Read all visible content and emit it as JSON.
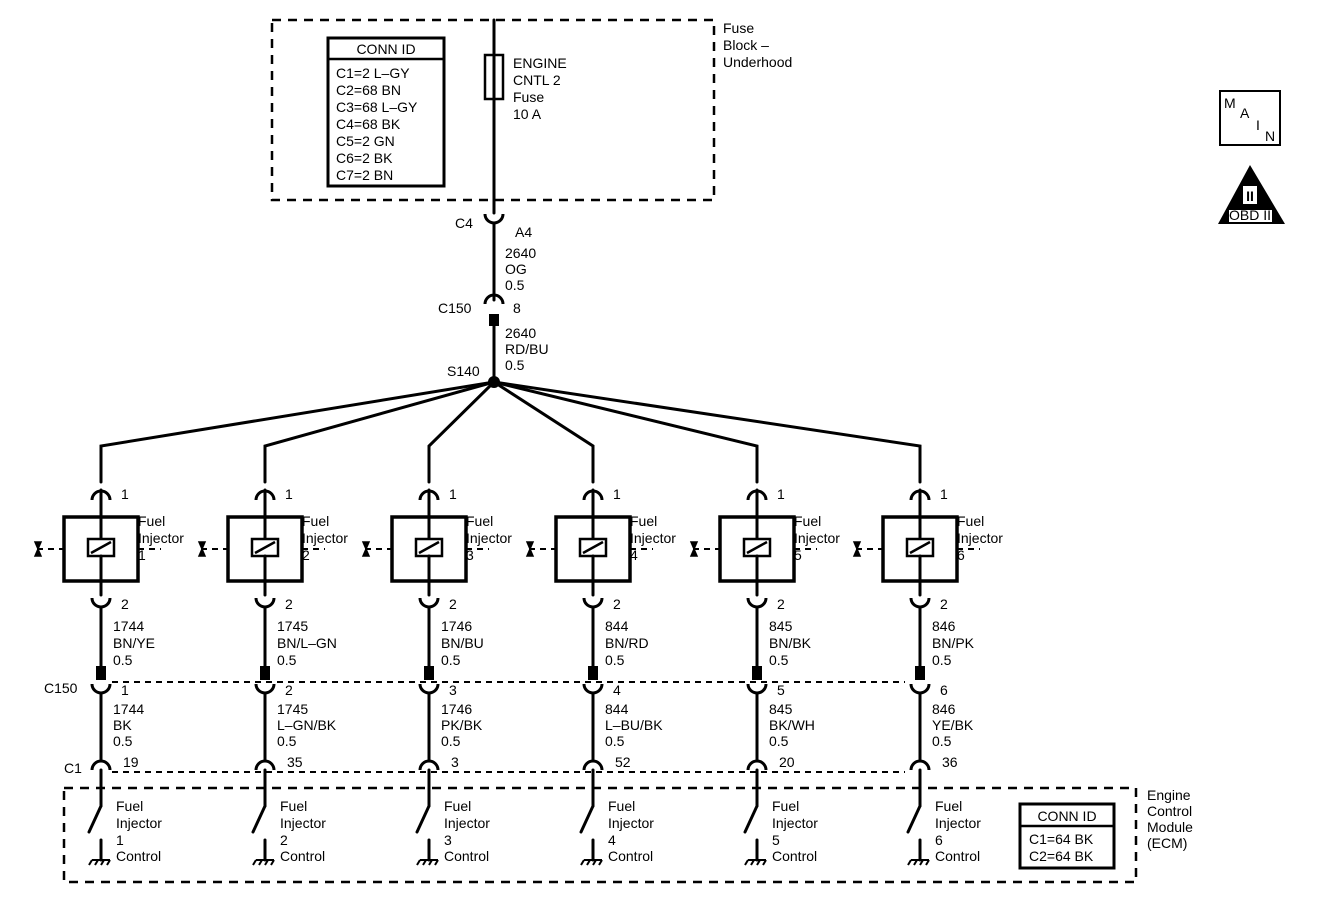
{
  "fuse_block": {
    "label_lines": [
      "Fuse",
      "Block –",
      "Underhood"
    ],
    "conn_id": {
      "title": "CONN ID",
      "rows": [
        "C1=2 L–GY",
        "C2=68 BN",
        "C3=68 L–GY",
        "C4=68 BK",
        "C5=2 GN",
        "C6=2 BK",
        "C7=2 BN"
      ]
    },
    "fuse": {
      "lines": [
        "ENGINE",
        "CNTL 2",
        "Fuse",
        "10 A"
      ]
    }
  },
  "badges": {
    "main_letters": [
      "M",
      "A",
      "I",
      "N"
    ],
    "obd_numeral": "II",
    "obd_label": "OBD II"
  },
  "feed": {
    "c4": {
      "connector": "C4",
      "pin": "A4"
    },
    "wire1": [
      "2640",
      "OG",
      "0.5"
    ],
    "c150": {
      "connector": "C150",
      "pin": "8"
    },
    "wire2": [
      "2640",
      "RD/BU",
      "0.5"
    ],
    "splice": "S140"
  },
  "connectors": {
    "c150": "C150",
    "c1": "C1"
  },
  "injectors": [
    {
      "top_pin": "1",
      "name": [
        "Fuel",
        "Injector",
        "1"
      ],
      "bottom_pin": "2",
      "wire_a": [
        "1744",
        "BN/YE",
        "0.5"
      ],
      "c150_pin": "1",
      "wire_b": [
        "1744",
        "BK",
        "0.5"
      ],
      "ecm_pin": "19",
      "ecm_label": [
        "Fuel",
        "Injector",
        "1",
        "Control"
      ]
    },
    {
      "top_pin": "1",
      "name": [
        "Fuel",
        "Injector",
        "2"
      ],
      "bottom_pin": "2",
      "wire_a": [
        "1745",
        "BN/L–GN",
        "0.5"
      ],
      "c150_pin": "2",
      "wire_b": [
        "1745",
        "L–GN/BK",
        "0.5"
      ],
      "ecm_pin": "35",
      "ecm_label": [
        "Fuel",
        "Injector",
        "2",
        "Control"
      ]
    },
    {
      "top_pin": "1",
      "name": [
        "Fuel",
        "Injector",
        "3"
      ],
      "bottom_pin": "2",
      "wire_a": [
        "1746",
        "BN/BU",
        "0.5"
      ],
      "c150_pin": "3",
      "wire_b": [
        "1746",
        "PK/BK",
        "0.5"
      ],
      "ecm_pin": "3",
      "ecm_label": [
        "Fuel",
        "Injector",
        "3",
        "Control"
      ]
    },
    {
      "top_pin": "1",
      "name": [
        "Fuel",
        "Injector",
        "4"
      ],
      "bottom_pin": "2",
      "wire_a": [
        "844",
        "BN/RD",
        "0.5"
      ],
      "c150_pin": "4",
      "wire_b": [
        "844",
        "L–BU/BK",
        "0.5"
      ],
      "ecm_pin": "52",
      "ecm_label": [
        "Fuel",
        "Injector",
        "4",
        "Control"
      ]
    },
    {
      "top_pin": "1",
      "name": [
        "Fuel",
        "Injector",
        "5"
      ],
      "bottom_pin": "2",
      "wire_a": [
        "845",
        "BN/BK",
        "0.5"
      ],
      "c150_pin": "5",
      "wire_b": [
        "845",
        "BK/WH",
        "0.5"
      ],
      "ecm_pin": "20",
      "ecm_label": [
        "Fuel",
        "Injector",
        "5",
        "Control"
      ]
    },
    {
      "top_pin": "1",
      "name": [
        "Fuel",
        "Injector",
        "6"
      ],
      "bottom_pin": "2",
      "wire_a": [
        "846",
        "BN/PK",
        "0.5"
      ],
      "c150_pin": "6",
      "wire_b": [
        "846",
        "YE/BK",
        "0.5"
      ],
      "ecm_pin": "36",
      "ecm_label": [
        "Fuel",
        "Injector",
        "6",
        "Control"
      ]
    }
  ],
  "ecm": {
    "label_lines": [
      "Engine",
      "Control",
      "Module",
      "(ECM)"
    ],
    "conn_id": {
      "title": "CONN ID",
      "rows": [
        "C1=64 BK",
        "C2=64 BK"
      ]
    }
  }
}
